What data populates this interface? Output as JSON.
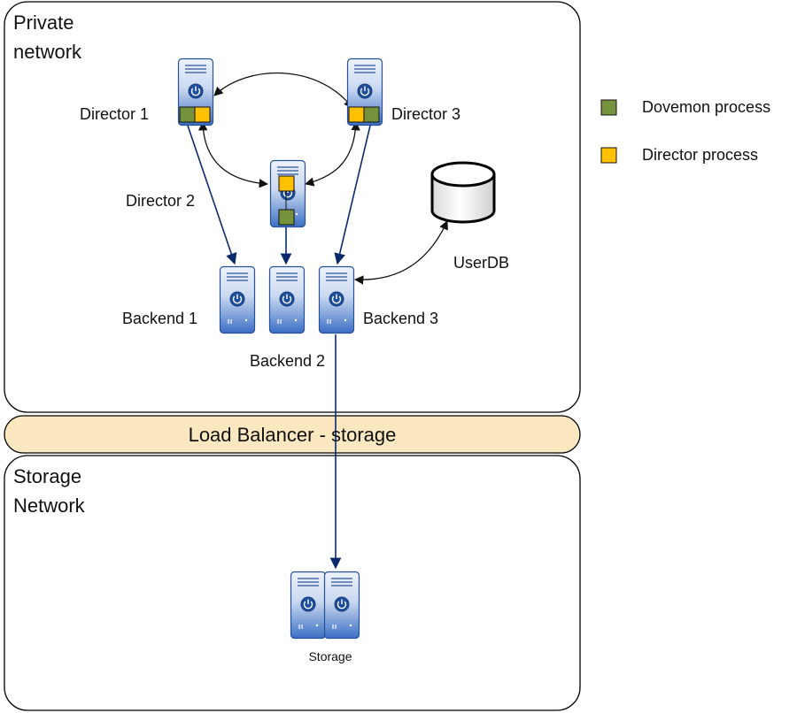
{
  "zones": {
    "private": {
      "line1": "Private",
      "line2": "network"
    },
    "storage": {
      "line1": "Storage",
      "line2": "Network"
    }
  },
  "load_balancer": {
    "label": "Load Balancer - storage"
  },
  "nodes": {
    "director1": "Director 1",
    "director2": "Director 2",
    "director3": "Director 3",
    "backend1": "Backend 1",
    "backend2": "Backend 2",
    "backend3": "Backend 3",
    "userdb": "UserDB",
    "storage": "Storage"
  },
  "legend": [
    {
      "label": "Dovemon process",
      "color": "#76923c"
    },
    {
      "label": "Director process",
      "color": "#ffc000"
    }
  ],
  "colors": {
    "arrow_dark": "#0b2a6b",
    "server_top": "#e9f0fb",
    "server_bottom": "#3b6fc4",
    "server_stroke": "#27509a",
    "load_balancer_fill": "#fbe8c0"
  },
  "icons": [
    "server-icon",
    "power-icon",
    "database-icon"
  ]
}
